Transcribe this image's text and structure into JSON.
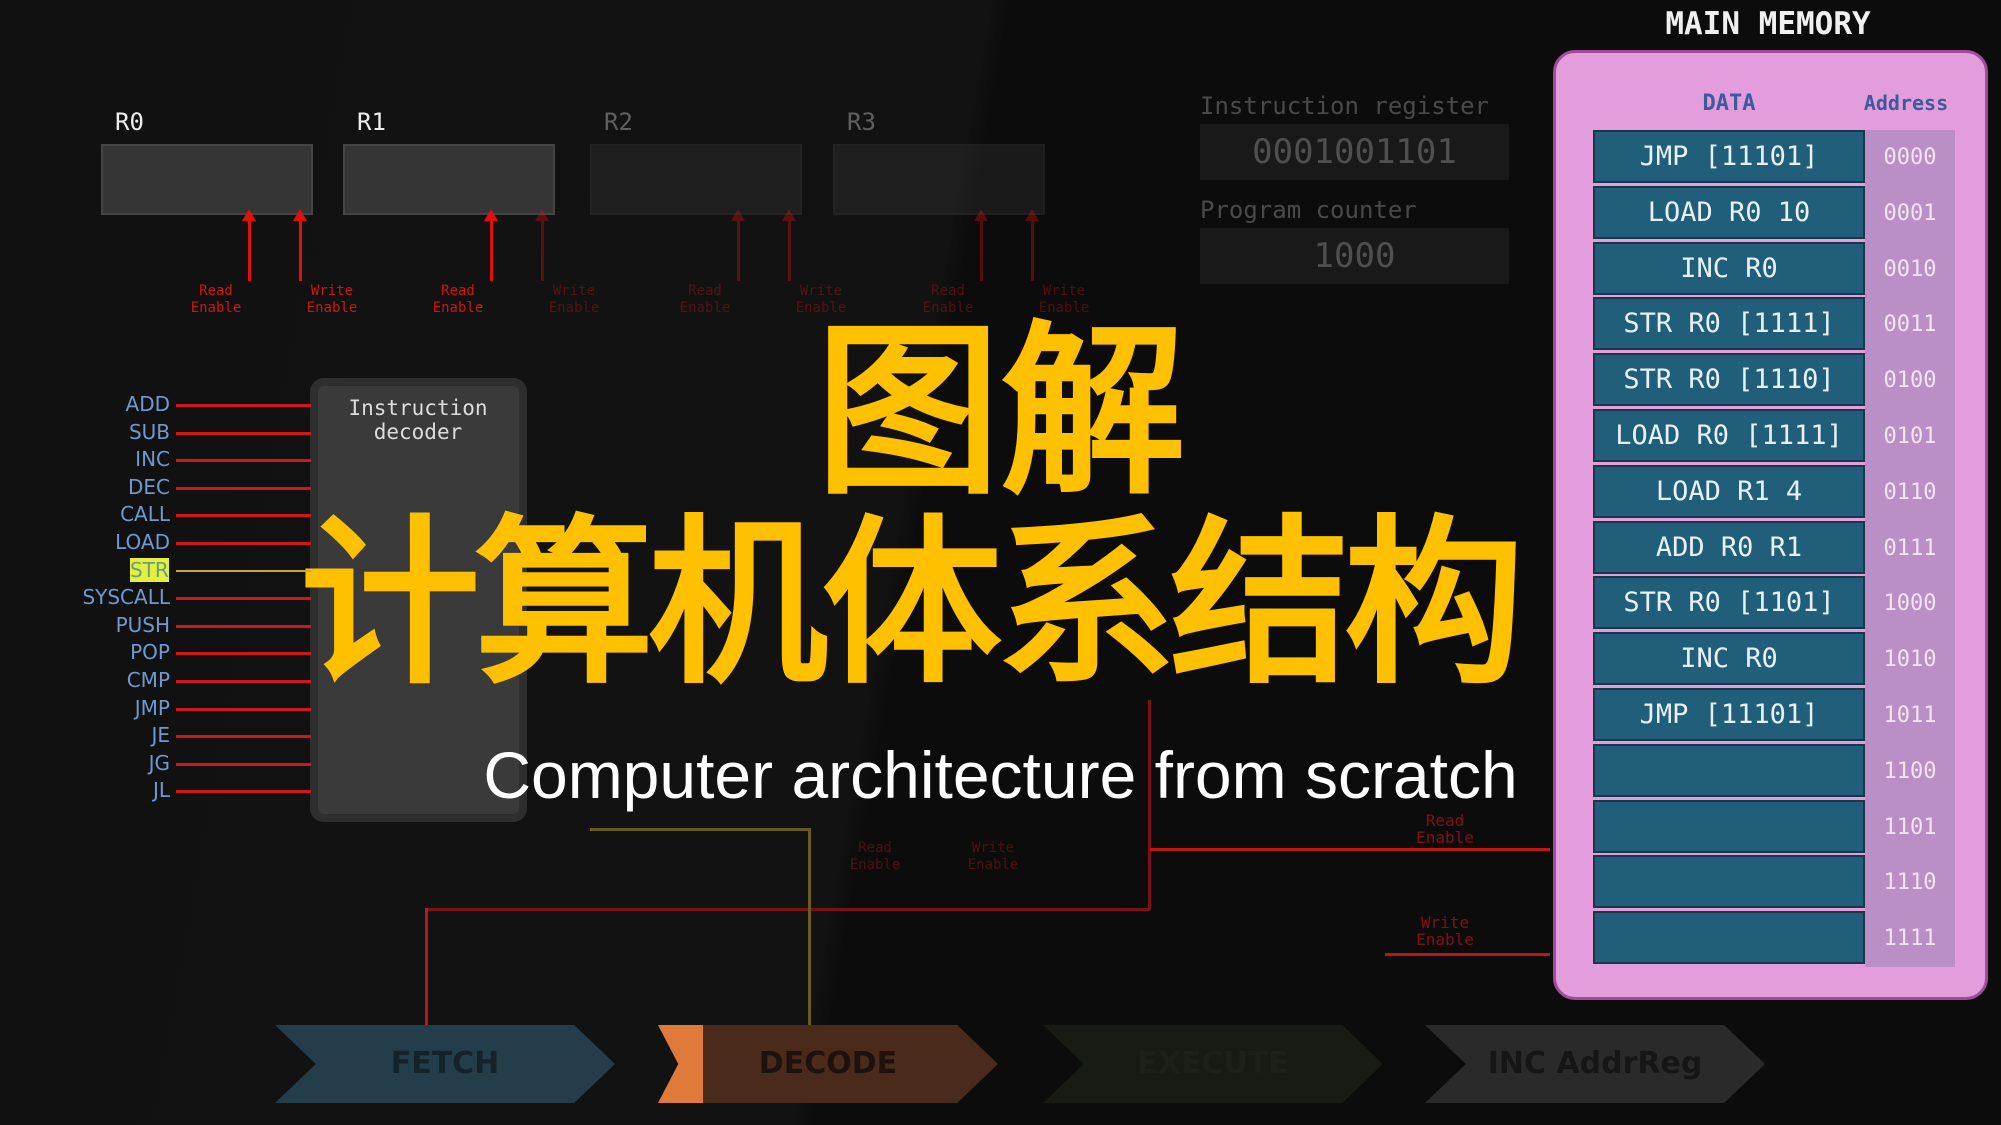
{
  "registers": [
    {
      "label": "R0"
    },
    {
      "label": "R1"
    },
    {
      "label": "R2"
    },
    {
      "label": "R3"
    }
  ],
  "enable": {
    "read": "Read Enable",
    "write": "Write Enable"
  },
  "opcodes": [
    "ADD",
    "SUB",
    "INC",
    "DEC",
    "CALL",
    "LOAD",
    "STR",
    "SYSCALL",
    "PUSH",
    "POP",
    "CMP",
    "JMP",
    "JE",
    "JG",
    "JL"
  ],
  "active_opcode": "STR",
  "decoder": {
    "label": "Instruction decoder"
  },
  "instruction_register": {
    "label": "Instruction register",
    "value": "0001001101"
  },
  "program_counter": {
    "label": "Program counter",
    "value": "1000"
  },
  "title": {
    "line1": "图解",
    "line2": "计算机体系结构",
    "subtitle": "Computer architecture from scratch"
  },
  "memory": {
    "title": "MAIN MEMORY",
    "data_header": "DATA",
    "address_header": "Address",
    "rows": [
      {
        "data": "JMP [11101]",
        "addr": "0000"
      },
      {
        "data": "LOAD R0 10",
        "addr": "0001"
      },
      {
        "data": "INC R0",
        "addr": "0010"
      },
      {
        "data": "STR R0 [1111]",
        "addr": "0011"
      },
      {
        "data": "STR R0 [1110]",
        "addr": "0100"
      },
      {
        "data": "LOAD R0 [1111]",
        "addr": "0101"
      },
      {
        "data": "LOAD R1 4",
        "addr": "0110"
      },
      {
        "data": "ADD R0 R1",
        "addr": "0111"
      },
      {
        "data": "STR R0 [1101]",
        "addr": "1000"
      },
      {
        "data": "INC R0",
        "addr": "1010"
      },
      {
        "data": "JMP [11101]",
        "addr": "1011"
      },
      {
        "data": "",
        "addr": "1100"
      },
      {
        "data": "",
        "addr": "1101"
      },
      {
        "data": "",
        "addr": "1110"
      },
      {
        "data": "",
        "addr": "1111"
      }
    ]
  },
  "pipeline": [
    "FETCH",
    "DECODE",
    "EXECUTE",
    "INC AddrReg"
  ],
  "colors": {
    "title": "#ffc000",
    "memory_panel": "#e39ddd",
    "memory_cell": "#215e7a",
    "fetch": "#233d4a",
    "decode": "#4a2a1a",
    "execute": "#181b14",
    "inc": "#2a2a2a"
  }
}
